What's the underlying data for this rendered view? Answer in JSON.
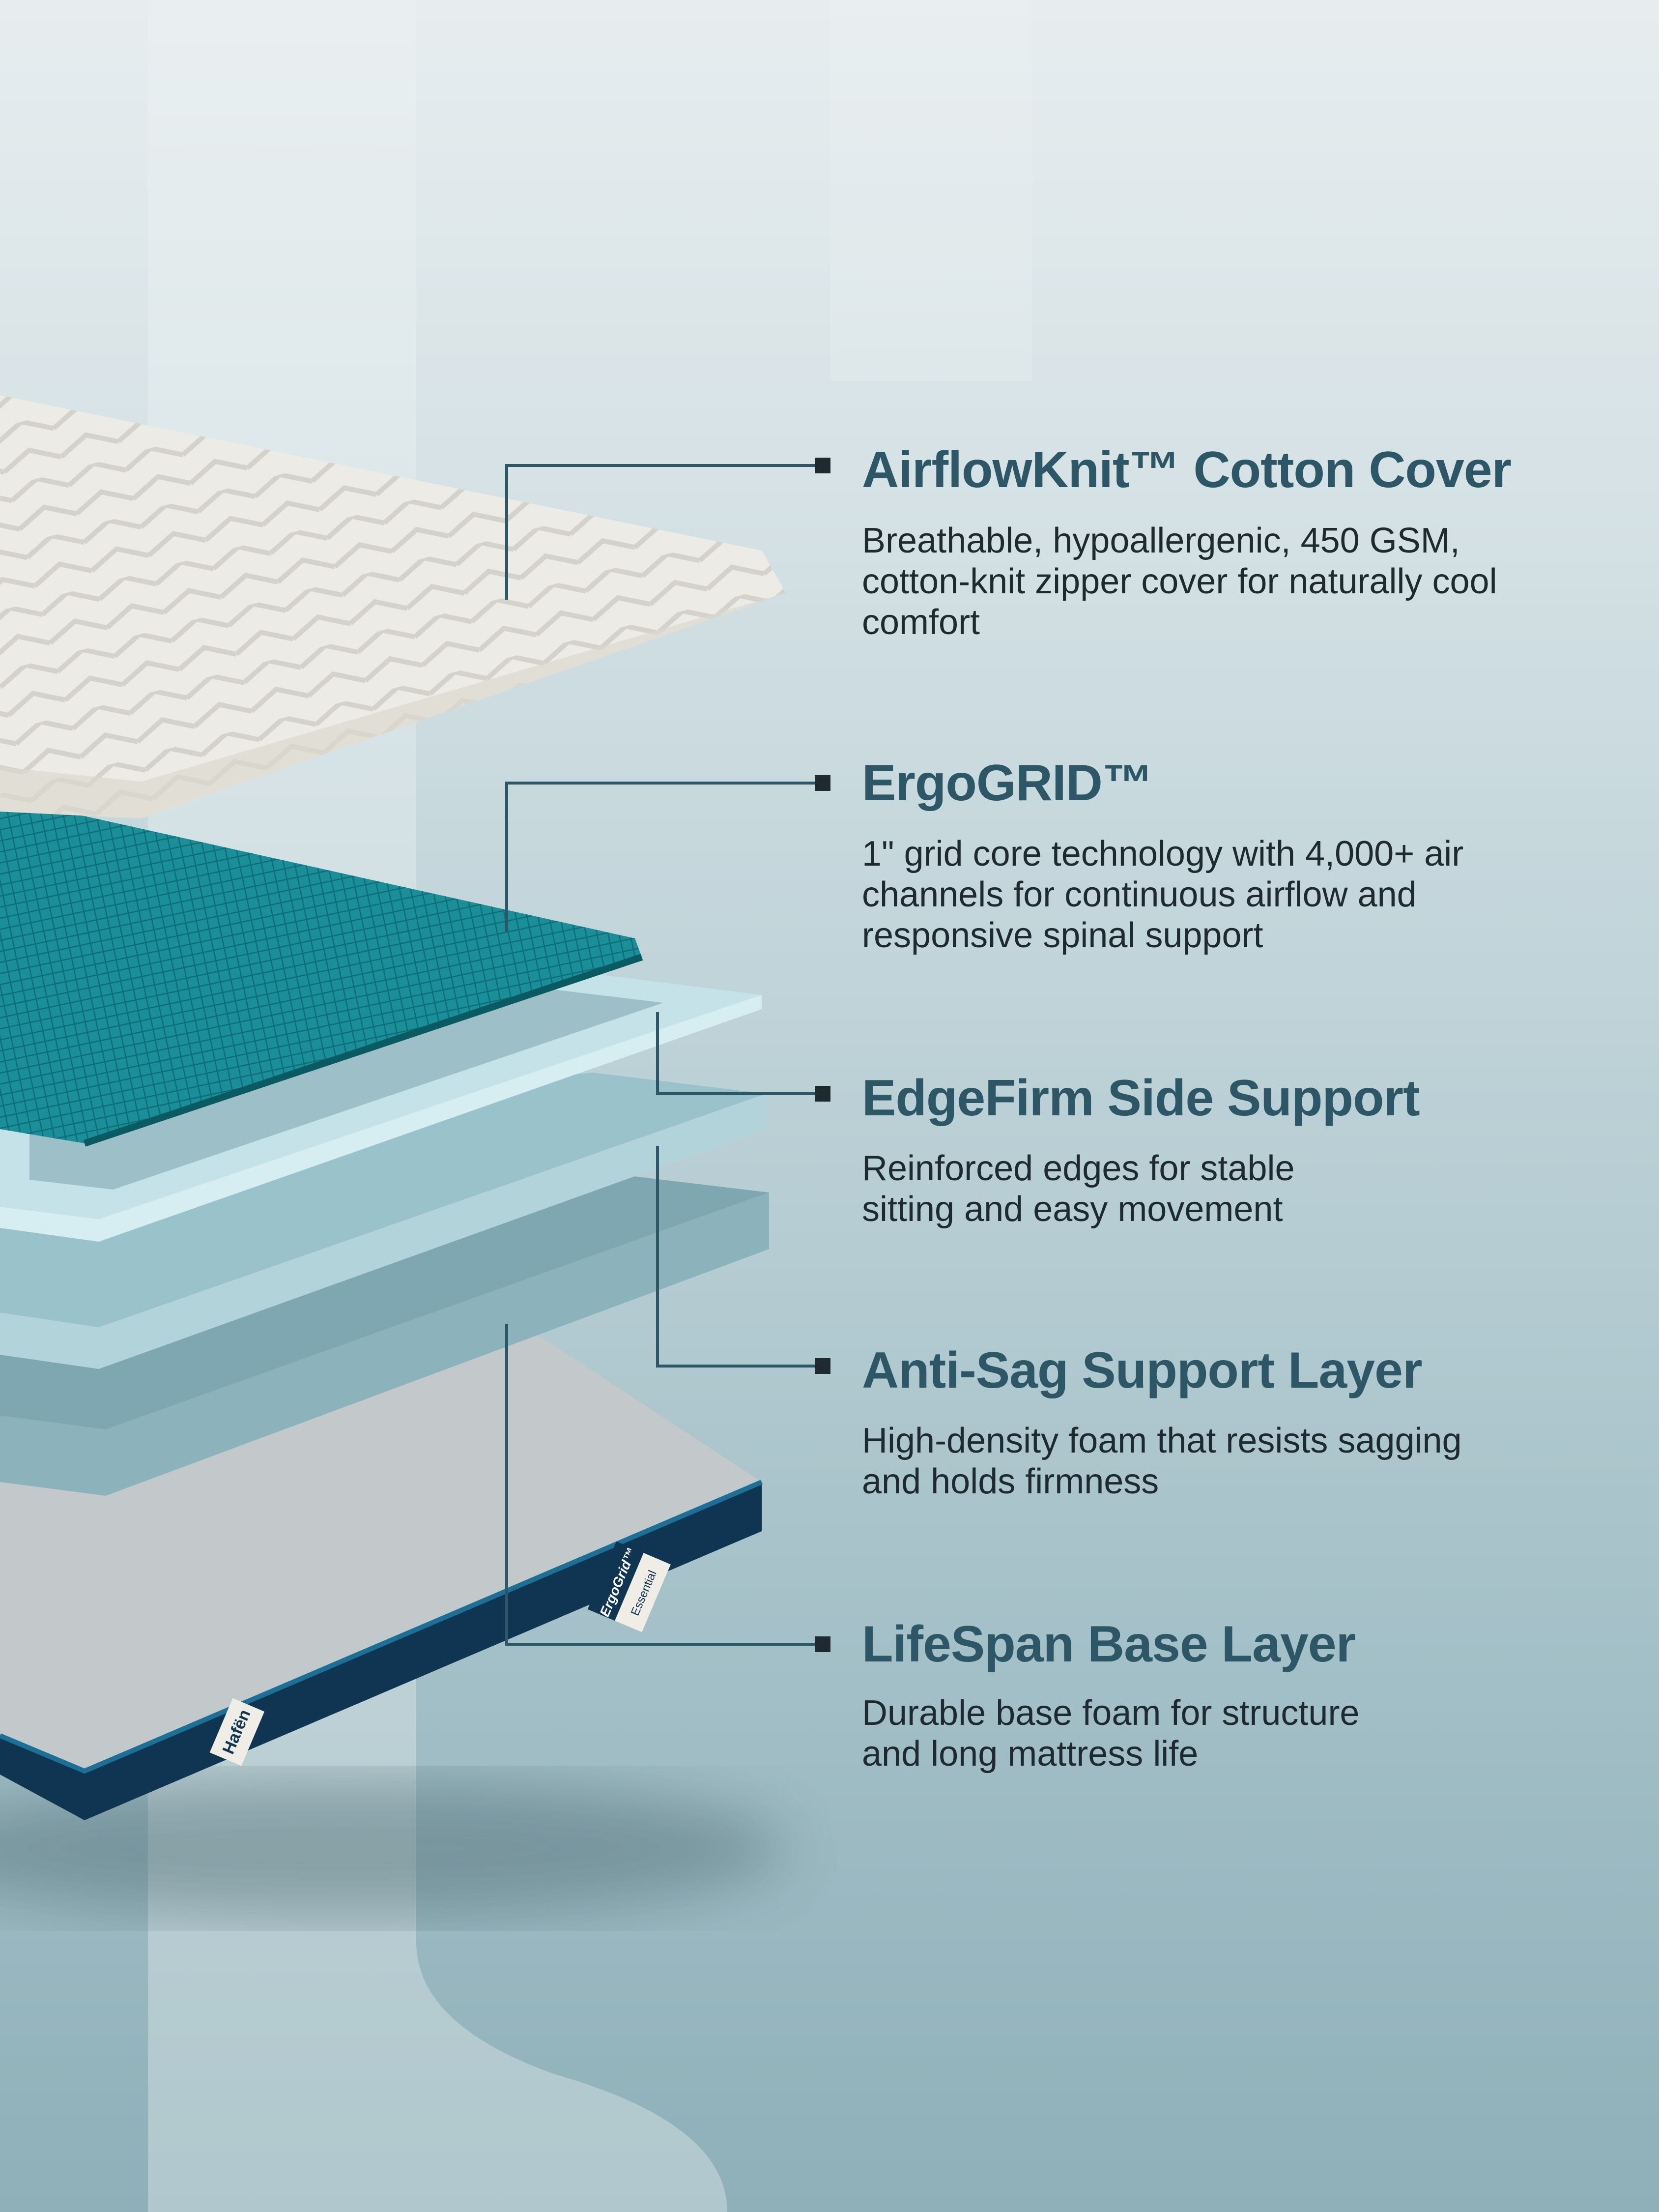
{
  "features": [
    {
      "title": "AirflowKnit™ Cotton Cover",
      "description": "Breathable, hypoallergenic, 450 GSM, cotton-knit zipper cover for naturally cool comfort"
    },
    {
      "title": "ErgoGRID™",
      "description": "1\" grid core technology with 4,000+ air channels for continuous airflow and responsive spinal support"
    },
    {
      "title": "EdgeFirm Side Support",
      "description": "Reinforced edges for stable sitting and easy movement"
    },
    {
      "title": "Anti-Sag Support Layer",
      "description": "High-density foam that resists sagging and holds firmness"
    },
    {
      "title": "LifeSpan Base Layer",
      "description": "Durable base foam for structure and long mattress life"
    }
  ],
  "product_labels": {
    "brand_tag": "Hafën",
    "model_tag": "ErgoGrid™",
    "model_variant": "Essential"
  },
  "colors": {
    "heading": "#2d5667",
    "body": "#1f2a30",
    "ergogrid": "#1a8f9a",
    "base": "#0f3552"
  }
}
